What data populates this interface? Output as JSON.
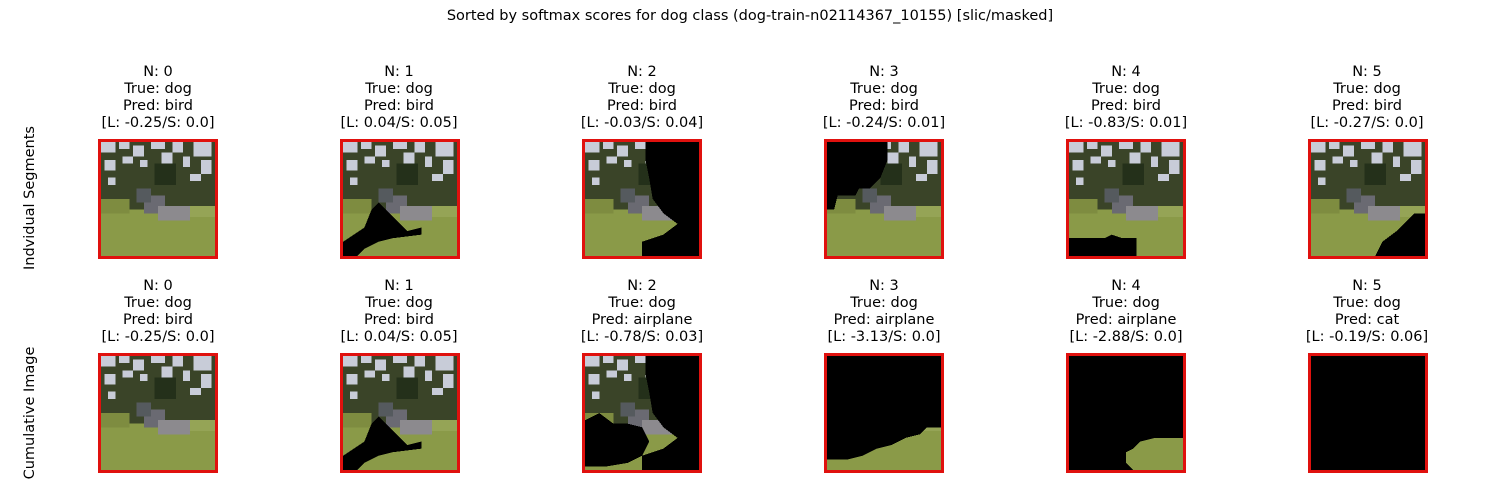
{
  "suptitle": "Sorted by softmax scores for dog class (dog-train-n02114367_10155) [slic/masked]",
  "row_labels": [
    "Indvidual Segments",
    "Cumulative Image"
  ],
  "rows": [
    {
      "name": "individual",
      "panels": [
        {
          "n": "N: 0",
          "true": "True: dog",
          "pred": "Pred: bird",
          "ls": "[L: -0.25/S: 0.0]"
        },
        {
          "n": "N: 1",
          "true": "True: dog",
          "pred": "Pred: bird",
          "ls": "[L: 0.04/S: 0.05]"
        },
        {
          "n": "N: 2",
          "true": "True: dog",
          "pred": "Pred: bird",
          "ls": "[L: -0.03/S: 0.04]"
        },
        {
          "n": "N: 3",
          "true": "True: dog",
          "pred": "Pred: bird",
          "ls": "[L: -0.24/S: 0.01]"
        },
        {
          "n": "N: 4",
          "true": "True: dog",
          "pred": "Pred: bird",
          "ls": "[L: -0.83/S: 0.01]"
        },
        {
          "n": "N: 5",
          "true": "True: dog",
          "pred": "Pred: bird",
          "ls": "[L: -0.27/S: 0.0]"
        }
      ]
    },
    {
      "name": "cumulative",
      "panels": [
        {
          "n": "N: 0",
          "true": "True: dog",
          "pred": "Pred: bird",
          "ls": "[L: -0.25/S: 0.0]"
        },
        {
          "n": "N: 1",
          "true": "True: dog",
          "pred": "Pred: bird",
          "ls": "[L: 0.04/S: 0.05]"
        },
        {
          "n": "N: 2",
          "true": "True: dog",
          "pred": "Pred: airplane",
          "ls": "[L: -0.78/S: 0.03]"
        },
        {
          "n": "N: 3",
          "true": "True: dog",
          "pred": "Pred: airplane",
          "ls": "[L: -3.13/S: 0.0]"
        },
        {
          "n": "N: 4",
          "true": "True: dog",
          "pred": "Pred: airplane",
          "ls": "[L: -2.88/S: 0.0]"
        },
        {
          "n": "N: 5",
          "true": "True: dog",
          "pred": "Pred: cat",
          "ls": "[L: -0.19/S: 0.06]"
        }
      ]
    }
  ],
  "colors": {
    "frame": "#e0110e",
    "mask": "#000000",
    "grass": "#8a9a48",
    "sky": "#c8ccd8",
    "foliage": "#3a4428",
    "dog": "#6a6a72"
  }
}
